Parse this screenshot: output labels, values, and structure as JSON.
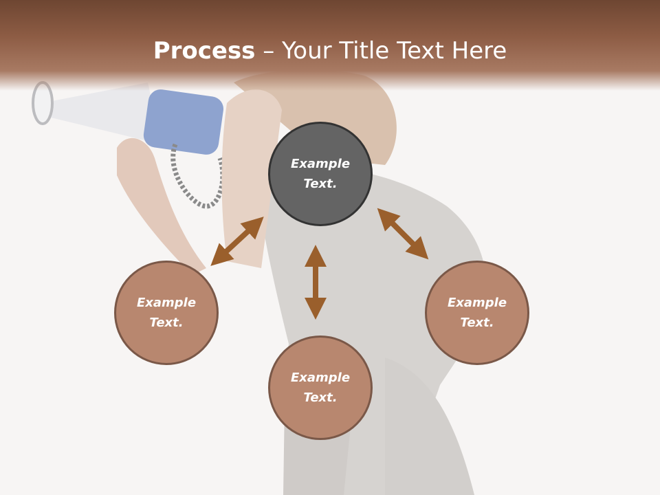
{
  "title": {
    "bold": "Process",
    "rest": " – Your Title Text Here"
  },
  "diagram": {
    "center": {
      "label": "Example Text."
    },
    "left": {
      "label": "Example Text."
    },
    "bottom": {
      "label": "Example Text."
    },
    "right": {
      "label": "Example Text."
    }
  },
  "colors": {
    "header": "#8d5c44",
    "arrow": "#9a5f2c",
    "center_circle": "#646464",
    "outer_circle": "#b8876f"
  }
}
